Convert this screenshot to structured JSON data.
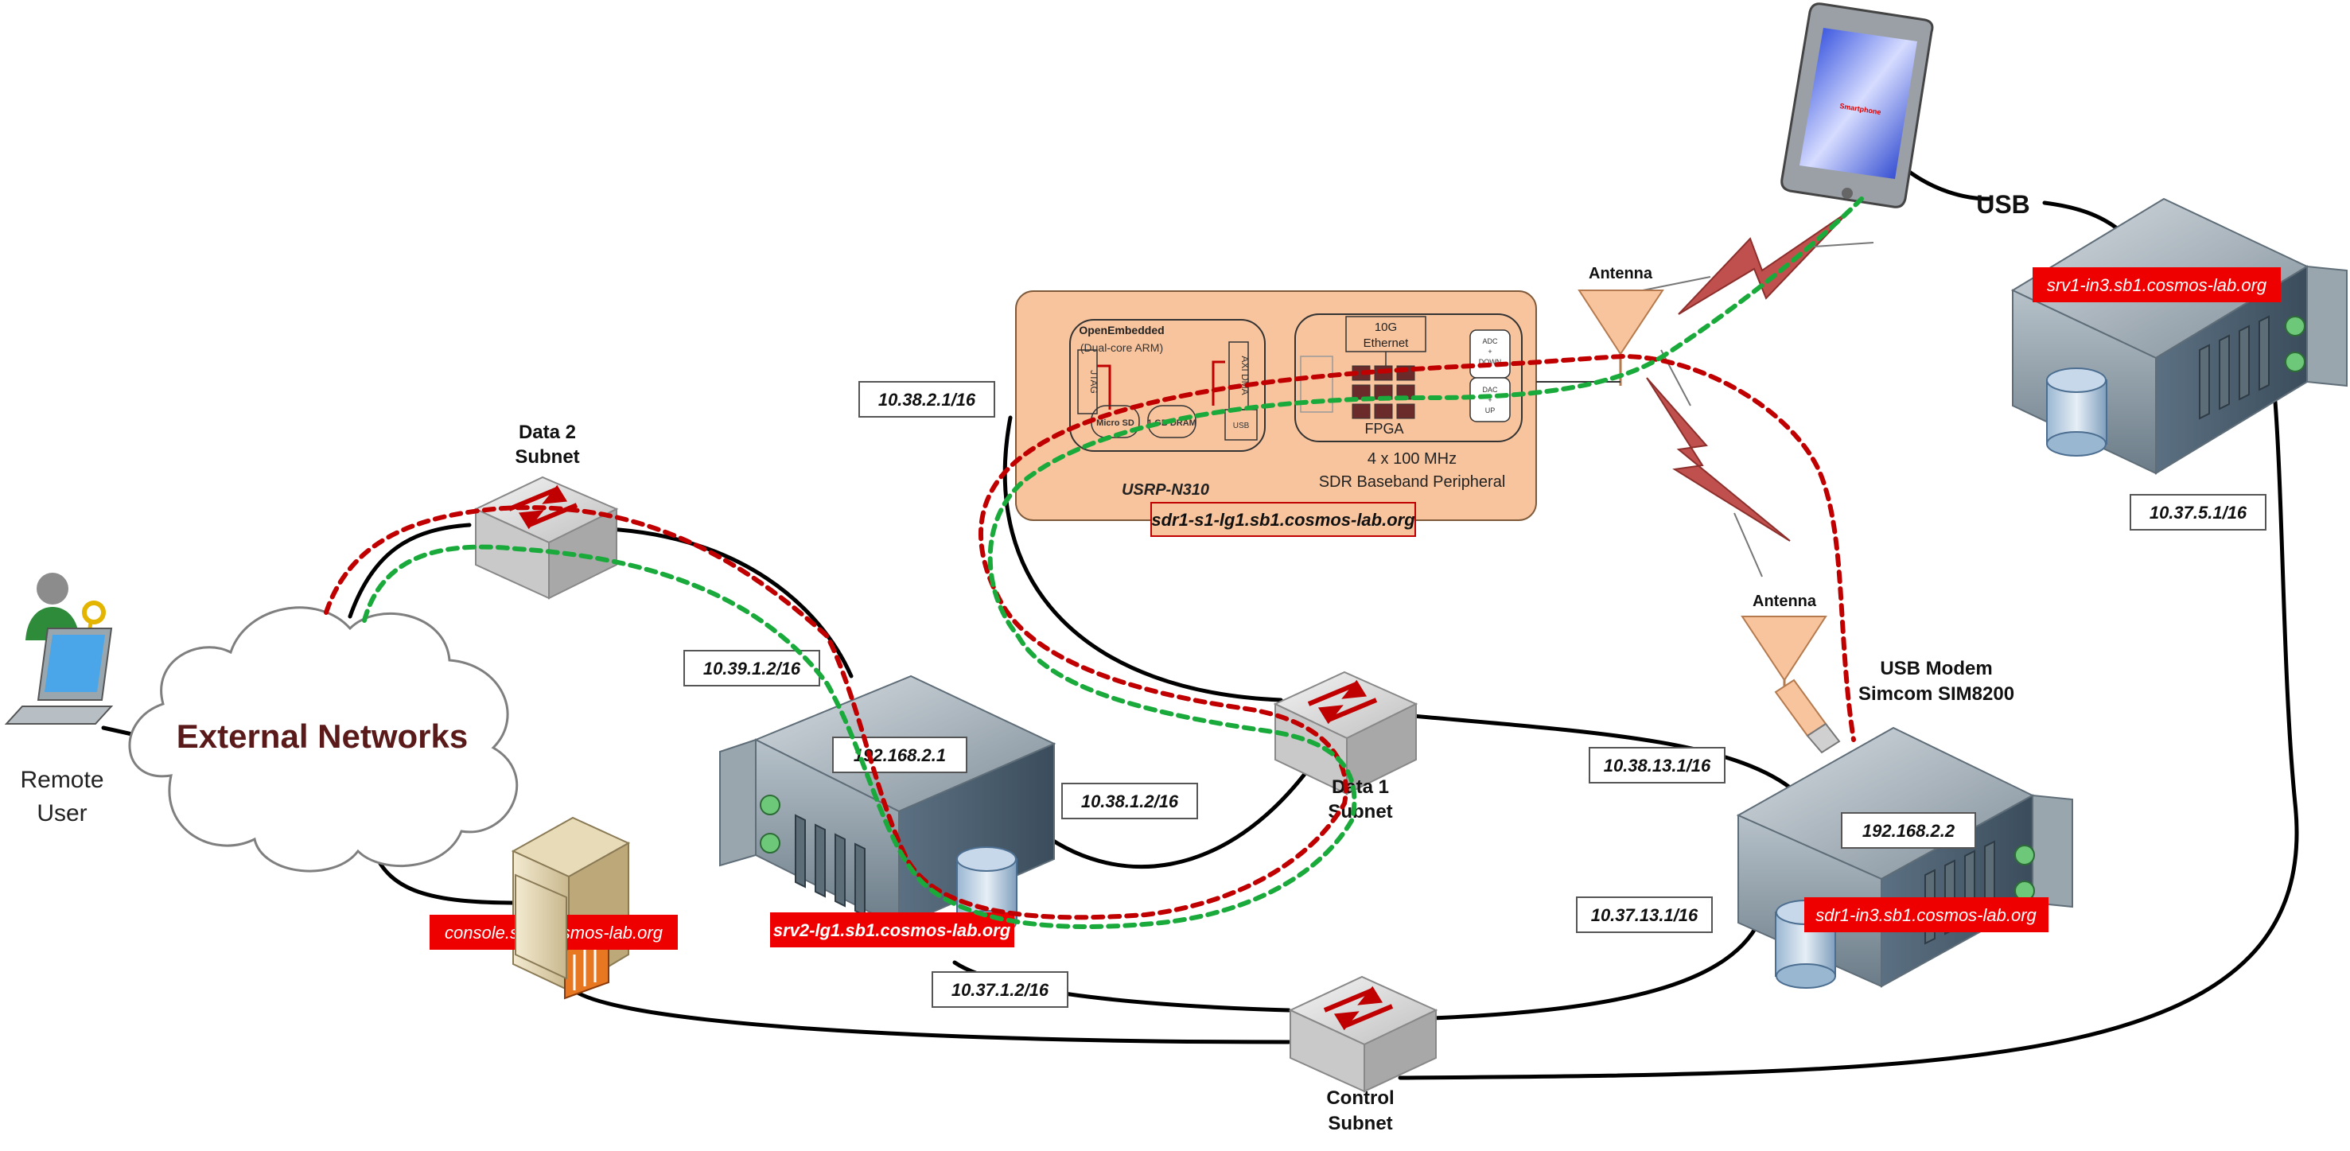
{
  "remote_user": {
    "line1": "Remote",
    "line2": "User"
  },
  "cloud": {
    "label": "External Networks"
  },
  "data2_subnet": {
    "line1": "Data 2",
    "line2": "Subnet"
  },
  "data1_subnet": {
    "line1": "Data 1",
    "line2": "Subnet"
  },
  "control_subnet": {
    "line1": "Control",
    "line2": "Subnet"
  },
  "console": {
    "hostname": "console.sb1.cosmos-lab.org"
  },
  "srv2": {
    "hostname": "srv2-lg1.sb1.cosmos-lab.org",
    "ip_inner": "192.168.2.1"
  },
  "srv1": {
    "hostname": "srv1-in3.sb1.cosmos-lab.org"
  },
  "sdr1": {
    "hostname": "sdr1-in3.sb1.cosmos-lab.org",
    "ip_inner": "192.168.2.2"
  },
  "usb_modem": {
    "line1": "USB Modem",
    "line2": "Simcom SIM8200"
  },
  "usb_link": {
    "label": "USB"
  },
  "antennas": {
    "top": "Antenna",
    "bottom": "Antenna"
  },
  "smartphone": {
    "screen_label": "Smartphone"
  },
  "usrp": {
    "model": "USRP-N310",
    "hostname": "sdr1-s1-lg1.sb1.cosmos-lab.org",
    "arm_title": "OpenEmbedded",
    "arm_sub": "(Dual-core ARM)",
    "jtag": "JTAG",
    "axi": "AXI DMA",
    "micro_sd": "Micro SD",
    "dram": "1 GB DRAM",
    "usb": "USB",
    "ethernet_line1": "10G",
    "ethernet_line2": "Ethernet",
    "adc": "ADC",
    "down": "DOWN",
    "dac": "DAC",
    "up": "UP",
    "fpga": "FPGA",
    "caption1": "4 x 100 MHz",
    "caption2": "SDR Baseband Peripheral"
  },
  "ips": {
    "ip_38_2_1": "10.38.2.1/16",
    "ip_39_1_2": "10.39.1.2/16",
    "ip_38_1_2": "10.38.1.2/16",
    "ip_37_1_2": "10.37.1.2/16",
    "ip_38_13_1": "10.38.13.1/16",
    "ip_37_13_1": "10.37.13.1/16",
    "ip_37_5_1": "10.37.5.1/16"
  },
  "colors": {
    "cable": "#000000",
    "path_red": "#c00000",
    "path_green": "#1aaa3c",
    "hostname_bg": "#ee0000",
    "usrp_bg": "#f8c49e",
    "bolt": "#c0504d"
  }
}
